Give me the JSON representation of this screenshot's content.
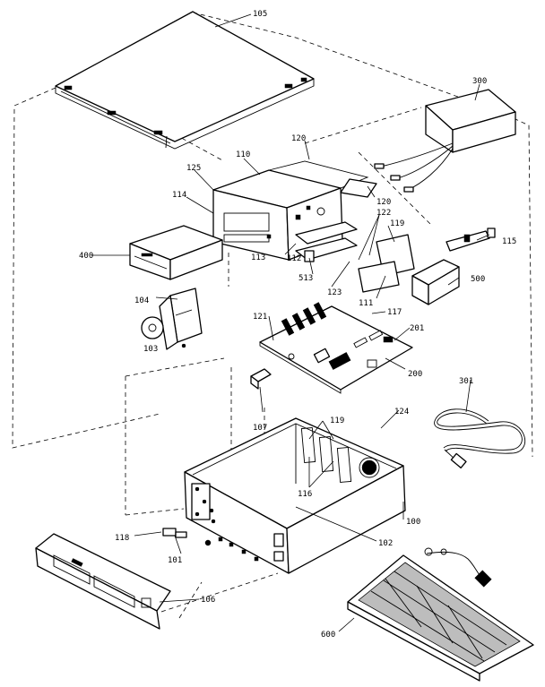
{
  "callouts": {
    "c105": "105",
    "c300": "300",
    "c120a": "120",
    "c110": "110",
    "c125": "125",
    "c114": "114",
    "c120b": "120",
    "c122": "122",
    "c119a": "119",
    "c115": "115",
    "c400": "400",
    "c113": "113",
    "c112": "112",
    "c513": "513",
    "c123": "123",
    "c111": "111",
    "c500": "500",
    "c104": "104",
    "c117": "117",
    "c103": "103",
    "c121": "121",
    "c201": "201",
    "c200": "200",
    "c301": "301",
    "c107": "107",
    "c119b": "119",
    "c124": "124",
    "c116": "116",
    "c100": "100",
    "c118": "118",
    "c101": "101",
    "c102": "102",
    "c106": "106",
    "c600": "600"
  }
}
